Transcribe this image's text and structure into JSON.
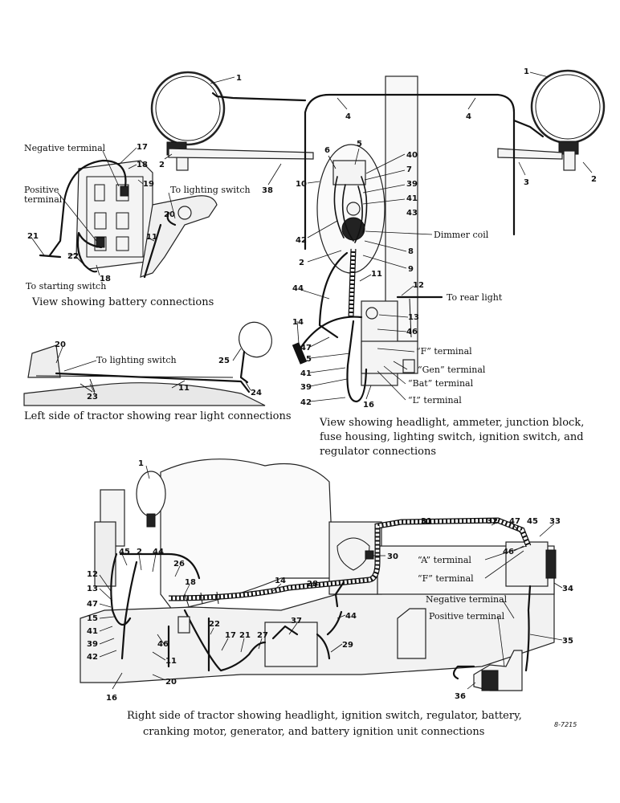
{
  "battery_view": {
    "negative_terminal": "Negative terminal",
    "positive_terminal_1": "Positive",
    "positive_terminal_2": "terminal",
    "to_lighting_switch": "To lighting switch",
    "to_starting_switch": "To starting switch",
    "caption": "View showing battery connections",
    "n17": "17",
    "n18a": "18",
    "n19": "19",
    "n20": "20",
    "n11": "11",
    "n21": "21",
    "n22": "22",
    "n18b": "18"
  },
  "rear_view": {
    "to_lighting_switch": "To lighting switch",
    "caption": "Left side of tractor showing rear light connections",
    "n20": "20",
    "n25": "25",
    "n23": "23",
    "n11": "11",
    "n24": "24"
  },
  "headlight_view": {
    "dimmer_coil": "Dimmer coil",
    "to_rear_light": "To rear light",
    "f_terminal": "“F” terminal",
    "gen_terminal": "“Gen” terminal",
    "bat_terminal": "“Bat” terminal",
    "l_terminal": "“L” terminal",
    "caption_1": "View showing headlight, ammeter, junction block,",
    "caption_2": "fuse housing, lighting switch, ignition switch, and",
    "caption_3": "regulator connections",
    "n1a": "1",
    "n1b": "1",
    "n4a": "4",
    "n4b": "4",
    "n2a": "2",
    "n2b": "2",
    "n3": "3",
    "n38": "38",
    "n10": "10",
    "n6": "6",
    "n5": "5",
    "n40": "40",
    "n7": "7",
    "n39a": "39",
    "n41a": "41",
    "n43": "43",
    "n42a": "42",
    "n2c": "2",
    "n8": "8",
    "n9": "9",
    "n11": "11",
    "n12": "12",
    "n44": "44",
    "n13": "13",
    "n14": "14",
    "n46": "46",
    "n47": "47",
    "n15": "15",
    "n41b": "41",
    "n39b": "39",
    "n42b": "42",
    "n16": "16"
  },
  "right_view": {
    "a_terminal": "“A” terminal",
    "f_terminal": "“F” terminal",
    "negative_terminal": "Negative terminal",
    "positive_terminal": "Positive terminal",
    "caption_1": "Right side of tractor showing headlight, ignition switch, regulator, battery,",
    "caption_2": "cranking motor, generator, and battery ignition unit connections",
    "fig_code": "8-7215",
    "n1": "1",
    "n45a": "45",
    "n2": "2",
    "n44a": "44",
    "n26": "26",
    "n12": "12",
    "n18": "18",
    "n13": "13",
    "n47a": "47",
    "n15": "15",
    "n41": "41",
    "n39": "39",
    "n42": "42",
    "n16": "16",
    "n46a": "46",
    "n11": "11",
    "n20": "20",
    "n22": "22",
    "n17": "17",
    "n21": "21",
    "n27": "27",
    "n37": "37",
    "n14": "14",
    "n28": "28",
    "n44b": "44",
    "n29": "29",
    "n30": "30",
    "n31": "31",
    "n32": "32",
    "n47b": "47",
    "n45b": "45",
    "n33": "33",
    "n46b": "46",
    "n34": "34",
    "n35": "35",
    "n36": "36"
  }
}
